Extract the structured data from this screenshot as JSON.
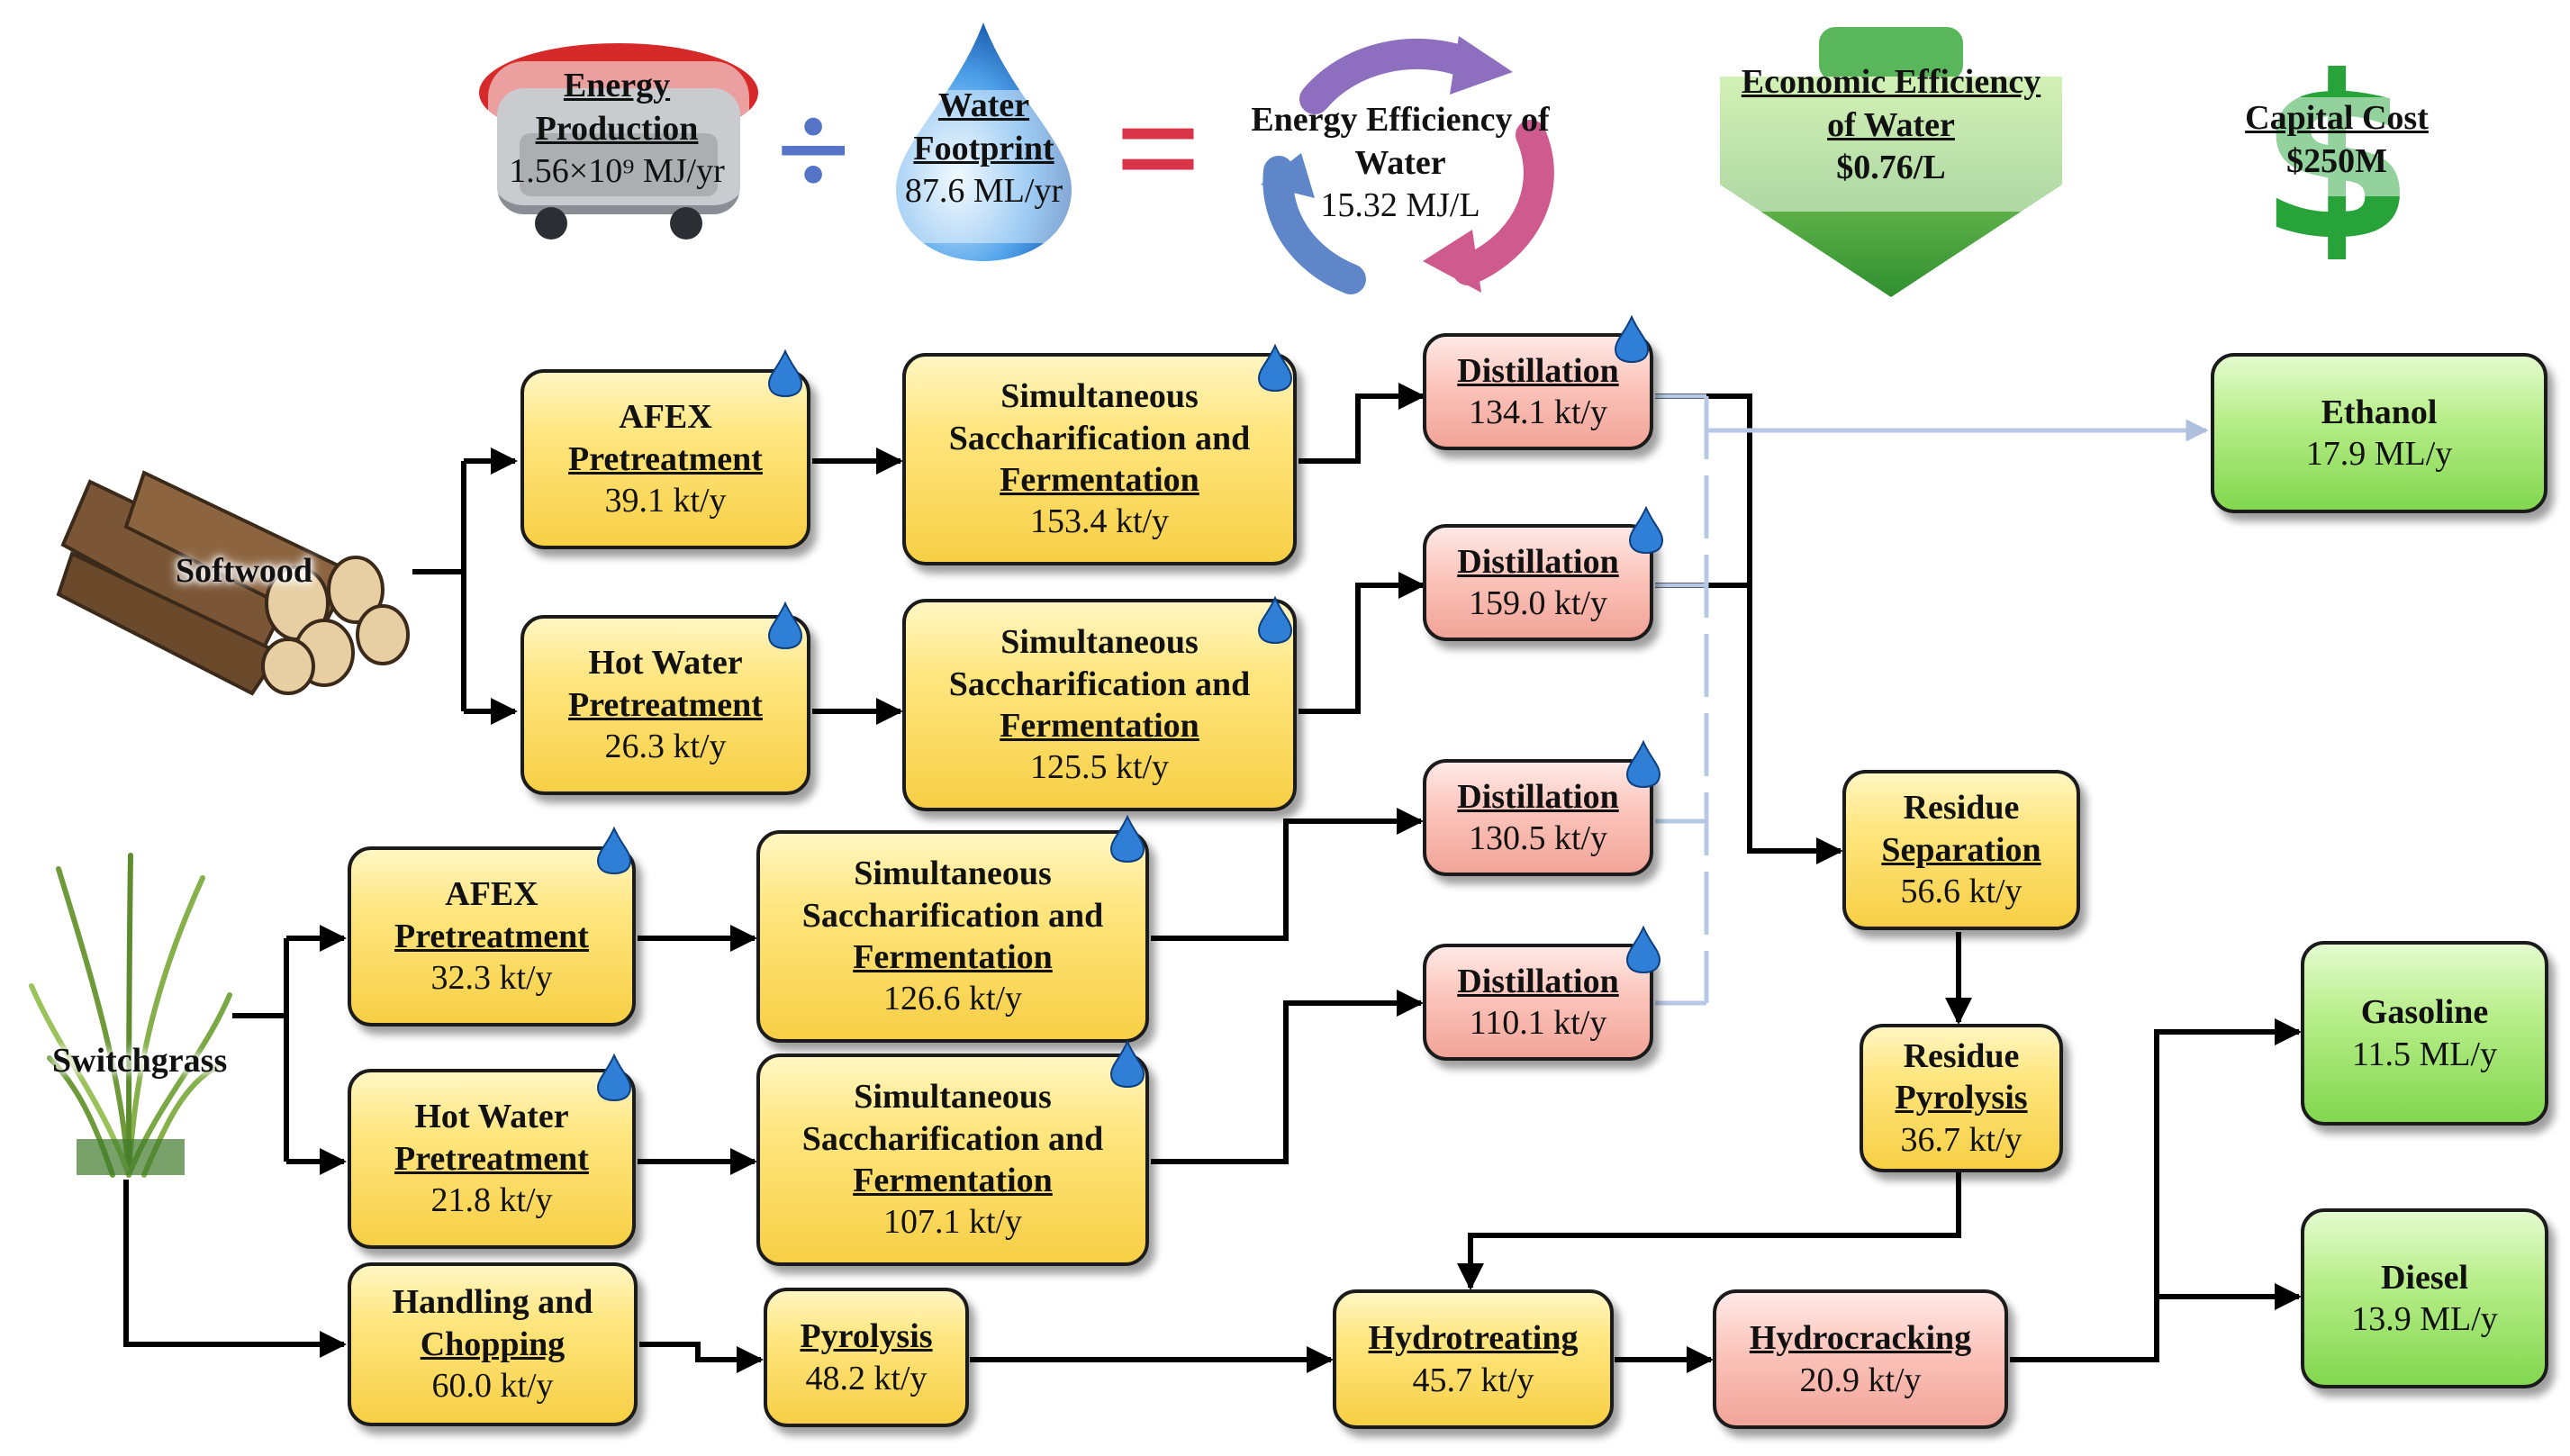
{
  "header": {
    "energy_production": {
      "title_line1": "Energy",
      "title_line2": "Production",
      "value": "1.56×10⁹ MJ/yr"
    },
    "divide_symbol": "÷",
    "water_footprint": {
      "title_line1": "Water",
      "title_line2": "Footprint",
      "value": "87.6 ML/yr"
    },
    "equals_symbol": "=",
    "energy_efficiency": {
      "title_line1": "Energy Efficiency of",
      "title_line2": "Water",
      "value": "15.32 MJ/L"
    },
    "economic_efficiency": {
      "title_line1": "Economic Efficiency",
      "title_line2": "of Water",
      "value": "$0.76/L"
    },
    "capital_cost": {
      "title": "Capital Cost",
      "value": "$250M"
    }
  },
  "sources": {
    "softwood": "Softwood",
    "switchgrass": "Switchgrass"
  },
  "boxes": {
    "sw_afex": {
      "line1": "AFEX",
      "line2": "Pretreatment",
      "value": "39.1 kt/y"
    },
    "sw_hotwater": {
      "line1": "Hot Water",
      "line2": "Pretreatment",
      "value": "26.3 kt/y"
    },
    "sw_ssf1": {
      "line1": "Simultaneous",
      "line2": "Saccharification  and",
      "line3": "Fermentation",
      "value": "153.4 kt/y"
    },
    "sw_ssf2": {
      "line1": "Simultaneous",
      "line2": "Saccharification  and",
      "line3": "Fermentation",
      "value": "125.5 kt/y"
    },
    "dist1": {
      "title": "Distillation",
      "value": "134.1 kt/y"
    },
    "dist2": {
      "title": "Distillation",
      "value": "159.0 kt/y"
    },
    "dist3": {
      "title": "Distillation",
      "value": "130.5 kt/y"
    },
    "dist4": {
      "title": "Distillation",
      "value": "110.1 kt/y"
    },
    "sg_afex": {
      "line1": "AFEX",
      "line2": "Pretreatment",
      "value": "32.3 kt/y"
    },
    "sg_hotwater": {
      "line1": "Hot Water",
      "line2": "Pretreatment",
      "value": "21.8 kt/y"
    },
    "sg_ssf1": {
      "line1": "Simultaneous",
      "line2": "Saccharification  and",
      "line3": "Fermentation",
      "value": "126.6 kt/y"
    },
    "sg_ssf2": {
      "line1": "Simultaneous",
      "line2": "Saccharification  and",
      "line3": "Fermentation",
      "value": "107.1 kt/y"
    },
    "handling": {
      "line1": "Handling and",
      "line2": "Chopping",
      "value": "60.0 kt/y"
    },
    "pyrolysis": {
      "title": "Pyrolysis",
      "value": "48.2 kt/y"
    },
    "hydrotreating": {
      "title": "Hydrotreating",
      "value": "45.7 kt/y"
    },
    "hydrocracking": {
      "title": "Hydrocracking",
      "value": "20.9 kt/y"
    },
    "residue_sep": {
      "line1": "Residue",
      "line2": "Separation",
      "value": "56.6 kt/y"
    },
    "residue_pyro": {
      "line1": "Residue",
      "line2": "Pyrolysis",
      "value": "36.7 kt/y"
    },
    "ethanol": {
      "title": "Ethanol",
      "value": "17.9 ML/y"
    },
    "gasoline": {
      "title": "Gasoline",
      "value": "11.5 ML/y"
    },
    "diesel": {
      "title": "Diesel",
      "value": "13.9 ML/y"
    }
  },
  "colors": {
    "process": "#f7cf45",
    "distillation": "#f2a498",
    "product": "#82d74f",
    "ethanol_line": "#b7c8e6",
    "arrow": "#000000"
  }
}
